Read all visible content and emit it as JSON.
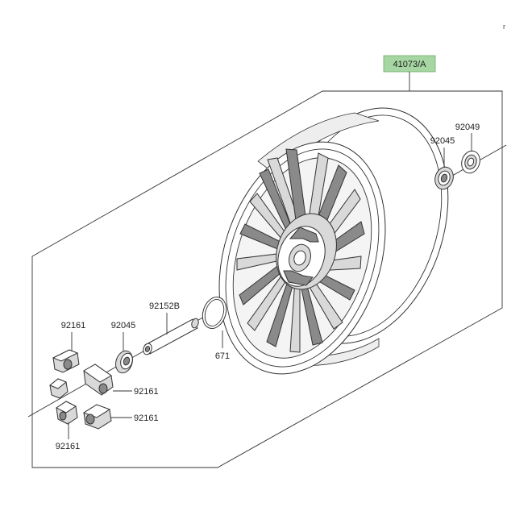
{
  "corner_mark": "r",
  "assembly": {
    "part_number": "41073/A",
    "highlight_color": "#a6d7a3"
  },
  "callouts": {
    "bearing_right_outer": "92049",
    "bearing_right_inner": "92045",
    "axle_sleeve": "92152B",
    "bearing_left": "92045",
    "o_ring": "671",
    "damper_top": "92161",
    "damper_mid": "92161",
    "damper_lower": "92161",
    "damper_bottom": "92161"
  }
}
